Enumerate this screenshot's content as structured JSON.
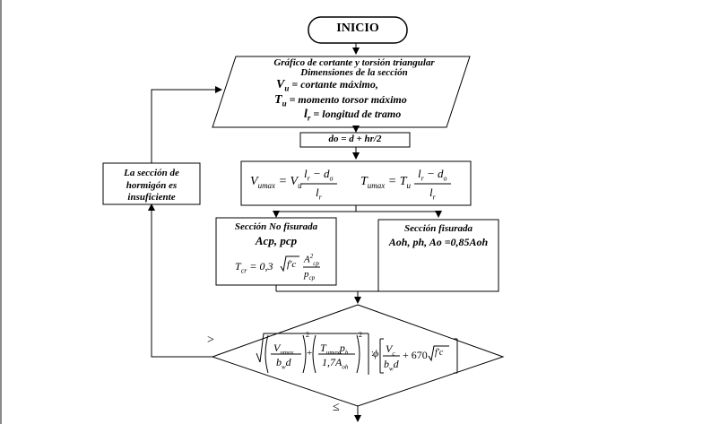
{
  "start": {
    "label": "INICIO"
  },
  "input": {
    "line1": "Gráfico de cortante y torsión triangular",
    "line2": "Dimensiones de la sección",
    "vu_sym": "V",
    "vu_sub": "u",
    "vu_text": " = cortante máximo,",
    "tu_sym": "T",
    "tu_sub": "u",
    "tu_text": " = momento torsor máximo",
    "lr_sym": "l",
    "lr_sub": "r",
    "lr_text": " = longitud de tramo"
  },
  "step_do": {
    "text": "do = d + hr/2"
  },
  "step_vmax": {
    "vlhs": "V",
    "vlhs_sub": "umax",
    "vrhs": "V",
    "vrhs_sub": "u",
    "tlhs": "T",
    "tlhs_sub": "umax",
    "trhs": "T",
    "trhs_sub": "u",
    "num": "l",
    "num_sub": "r",
    "minus": " − d",
    "minus_sub": "o",
    "den": "l",
    "den_sub": "r",
    "eq": "="
  },
  "branch_left": {
    "title": "Sección No fisurada",
    "vars": "Acp, pcp",
    "tcr_lhs": "T",
    "tcr_sub": "cr",
    "tcr_eq": "= 0,3",
    "tcr_root": "f'c",
    "acp": "A",
    "acp_sub": "cp",
    "acp_sup": "2",
    "pcp": "p",
    "pcp_sub": "cp"
  },
  "branch_right": {
    "title": "Sección fisurada",
    "vars": "Aoh, ph, Ao =0,85Aoh"
  },
  "decision": {
    "v": "V",
    "v_sub": "umax",
    "bw": "b",
    "bw_sub": "w",
    "d": "d",
    "t": "T",
    "t_sub": "umax",
    "ph": "p",
    "ph_sub": "h",
    "den2": "1,7A",
    "den2_sub": "oh",
    "sq": "2",
    "plus": "+",
    "le": ":",
    "phi": "ϕ",
    "vc": "V",
    "vc_sub": "c",
    "plus670": "+ 670",
    "fc": "f'c"
  },
  "labels": {
    "greater": ">",
    "less_equal": "≤"
  },
  "insufficient": {
    "line1": "La sección de",
    "line2": "hormigón es",
    "line3": "insuficiente"
  }
}
